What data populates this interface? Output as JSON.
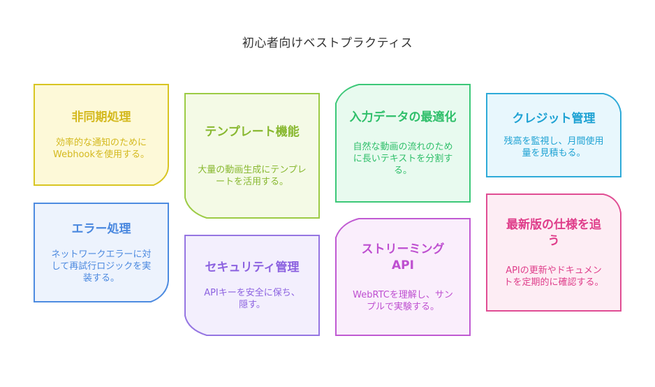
{
  "title": "初心者向けベストプラクティス",
  "notes": [
    {
      "title": "非同期処理",
      "desc": "効率的な通知のためにWebhookを使用する。",
      "color": "#d4b91e",
      "fill": "#fdf9d8",
      "stroke": "#d8c522"
    },
    {
      "title": "テンプレート機能",
      "desc": "大量の動画生成にテンプレートを活用する。",
      "color": "#88b830",
      "fill": "#f4fae6",
      "stroke": "#9ccb45"
    },
    {
      "title": "入力データの最適化",
      "desc": "自然な動画の流れのために長いテキストを分割する。",
      "color": "#2fbf6a",
      "fill": "#e8faef",
      "stroke": "#3cc878"
    },
    {
      "title": "クレジット管理",
      "desc": "残高を監視し、月間使用量を見積もる。",
      "color": "#1ea2d3",
      "fill": "#e8f7fd",
      "stroke": "#2eaad8"
    },
    {
      "title": "エラー処理",
      "desc": "ネットワークエラーに対して再試行ロジックを実装する。",
      "color": "#4a88df",
      "fill": "#edf3fd",
      "stroke": "#4d8be0"
    },
    {
      "title": "セキュリティ管理",
      "desc": "APIキーを安全に保ち、隠す。",
      "color": "#8c62e0",
      "fill": "#f3effd",
      "stroke": "#9575e2"
    },
    {
      "title": "ストリーミングAPI",
      "desc": "WebRTCを理解し、サンプルで実験する。",
      "color": "#be4fd0",
      "fill": "#faeefc",
      "stroke": "#c05ad2"
    },
    {
      "title": "最新版の仕様を追う",
      "desc": "APIの更新やドキュメントを定期的に確認する。",
      "color": "#df3d8a",
      "fill": "#fdedf4",
      "stroke": "#e04d93"
    }
  ]
}
